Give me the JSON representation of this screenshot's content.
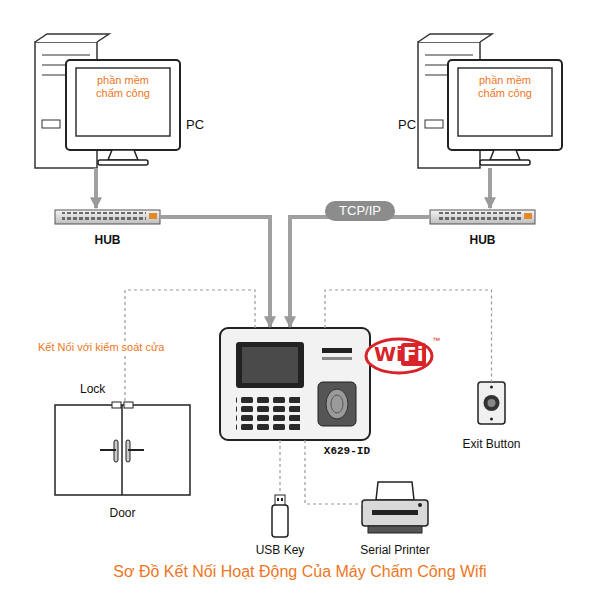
{
  "diagram": {
    "caption": "Sơ Đồ Kết Nối Hoạt Động Của Máy Chấm Công Wifi",
    "nodes": [
      {
        "text": [
          "phần mềm chấm công",
          "PC"
        ]
      },
      {
        "text": [
          "phần mềm chấm công",
          "PC"
        ]
      },
      {
        "text": [
          "HUB"
        ]
      },
      {
        "text": [
          "HUB"
        ]
      },
      {
        "text": [
          "X629-ID"
        ]
      },
      {
        "text": [
          "Lock",
          "Door"
        ]
      },
      {
        "text": [
          "Exit Button"
        ]
      },
      {
        "text": [
          "USB Key"
        ]
      },
      {
        "text": [
          "Serial Printer"
        ]
      }
    ],
    "edges": [
      {
        "from": 0,
        "to": 2,
        "arrow": "to"
      },
      {
        "from": 1,
        "to": 3,
        "arrow": "to"
      },
      {
        "from": 2,
        "to": 4,
        "arrow": "to"
      },
      {
        "from": 3,
        "to": 4,
        "arrow": "to",
        "label": "TCP/IP"
      },
      {
        "from": 4,
        "to": 5,
        "arrow": "none"
      },
      {
        "from": 4,
        "to": 6,
        "arrow": "none"
      },
      {
        "from": 4,
        "to": 7,
        "arrow": "none"
      },
      {
        "from": 4,
        "to": 8,
        "arrow": "none"
      }
    ],
    "labels": [
      "Kết Nối với kiểm soát cửa",
      "Wi",
      "Fi",
      "™"
    ]
  }
}
